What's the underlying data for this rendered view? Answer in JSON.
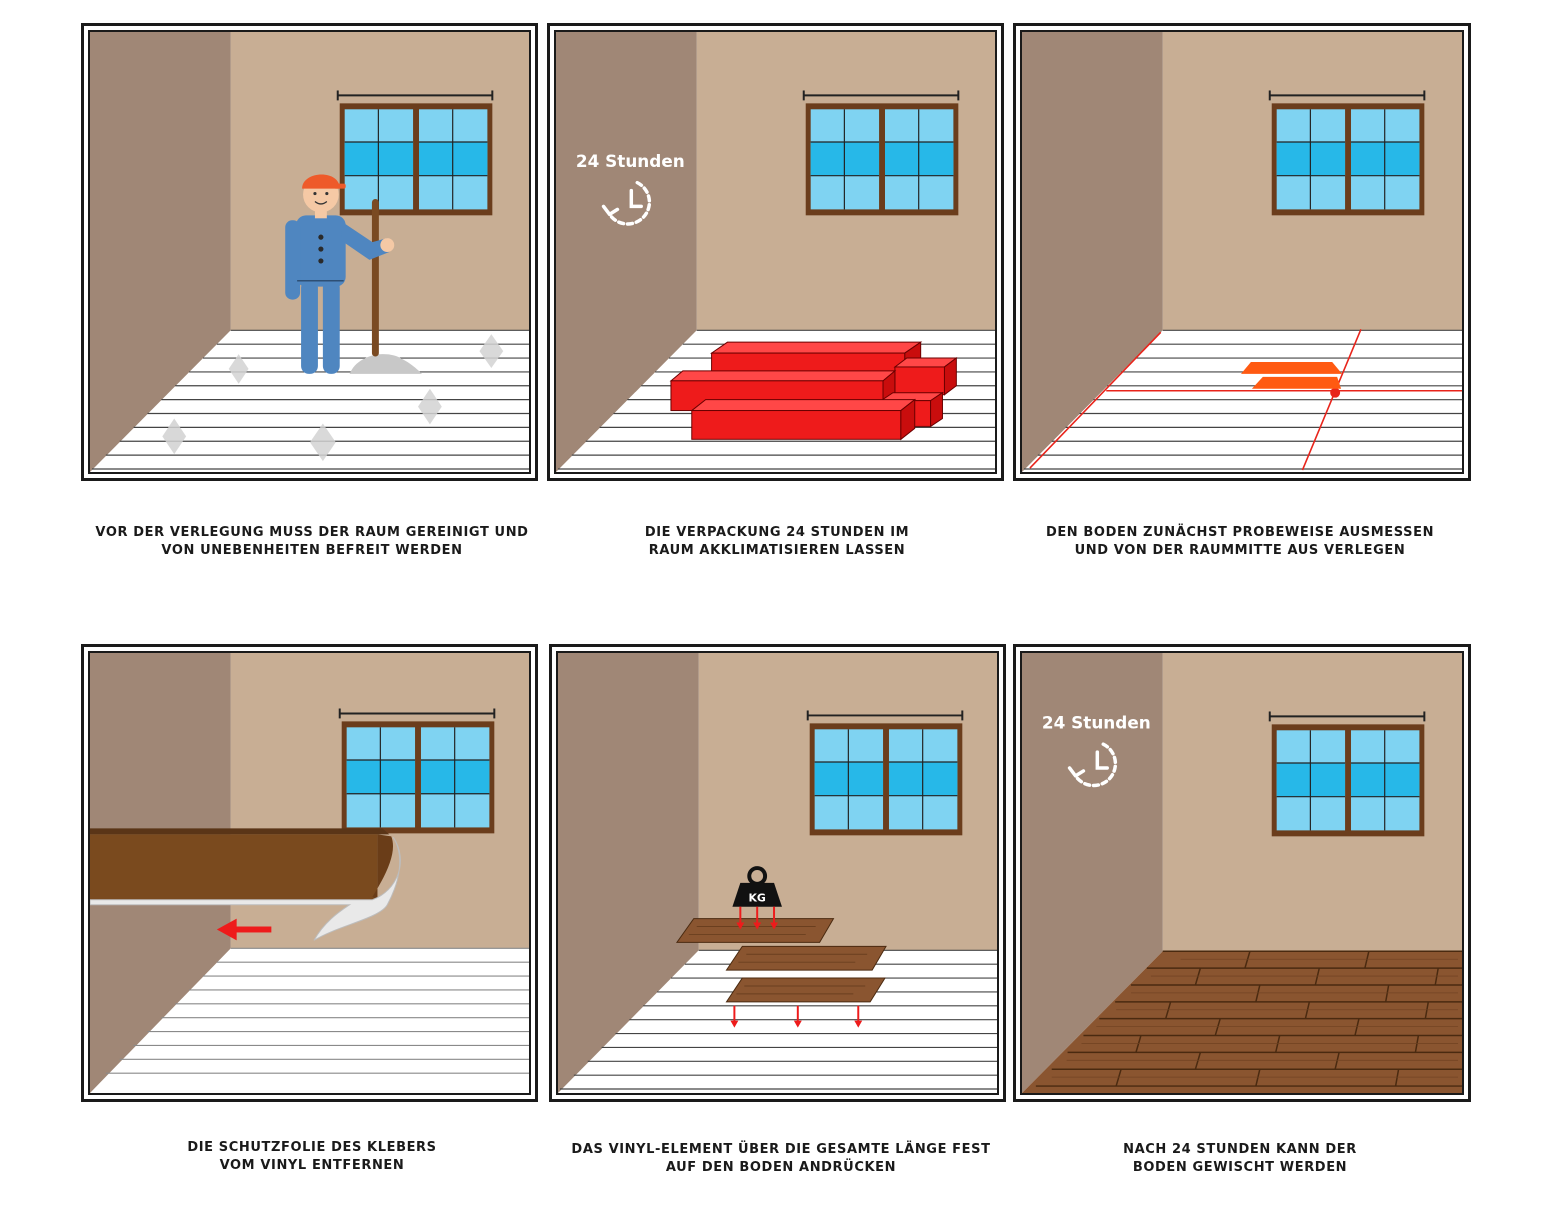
{
  "panels": [
    {
      "caption_lines": [
        "VOR DER VERLEGUNG MUSS DER RAUM GEREINIGT UND",
        "VON UNEBENHEITEN BEFREIT WERDEN"
      ]
    },
    {
      "caption_lines": [
        "DIE VERPACKUNG 24 STUNDEN IM",
        "RAUM AKKLIMATISIEREN LASSEN"
      ],
      "timer_label": "24 Stunden"
    },
    {
      "caption_lines": [
        "DEN BODEN ZUNÄCHST PROBEWEISE AUSMESSEN",
        "UND VON DER RAUMMITTE AUS VERLEGEN"
      ]
    },
    {
      "caption_lines": [
        "DIE SCHUTZFOLIE DES KLEBERS",
        "VOM VINYL ENTFERNEN"
      ]
    },
    {
      "caption_lines": [
        "DAS VINYL-ELEMENT ÜBER DIE GESAMTE LÄNGE FEST",
        "AUF DEN BODEN ANDRÜCKEN"
      ],
      "weight_label": "KG"
    },
    {
      "caption_lines": [
        "NACH 24 STUNDEN KANN DER",
        "BODEN GEWISCHT WERDEN"
      ],
      "timer_label": "24 Stunden"
    }
  ],
  "colors": {
    "wall_side": "#a08776",
    "wall_back": "#c8ae94",
    "window_frame": "#6b3d1c",
    "glass_light": "#7fd3f2",
    "glass_dark": "#27b8e8",
    "box_red": "#ee1b1b",
    "laser_red": "#e8241b",
    "orange_tile": "#ff5a12",
    "wood": "#8a5530",
    "worker_blue": "#4f86c0",
    "cap_orange": "#ee5a2a"
  },
  "icons": [
    "broom-icon",
    "clock-icon",
    "weight-icon",
    "arrow-left-icon",
    "arrow-down-icon"
  ]
}
